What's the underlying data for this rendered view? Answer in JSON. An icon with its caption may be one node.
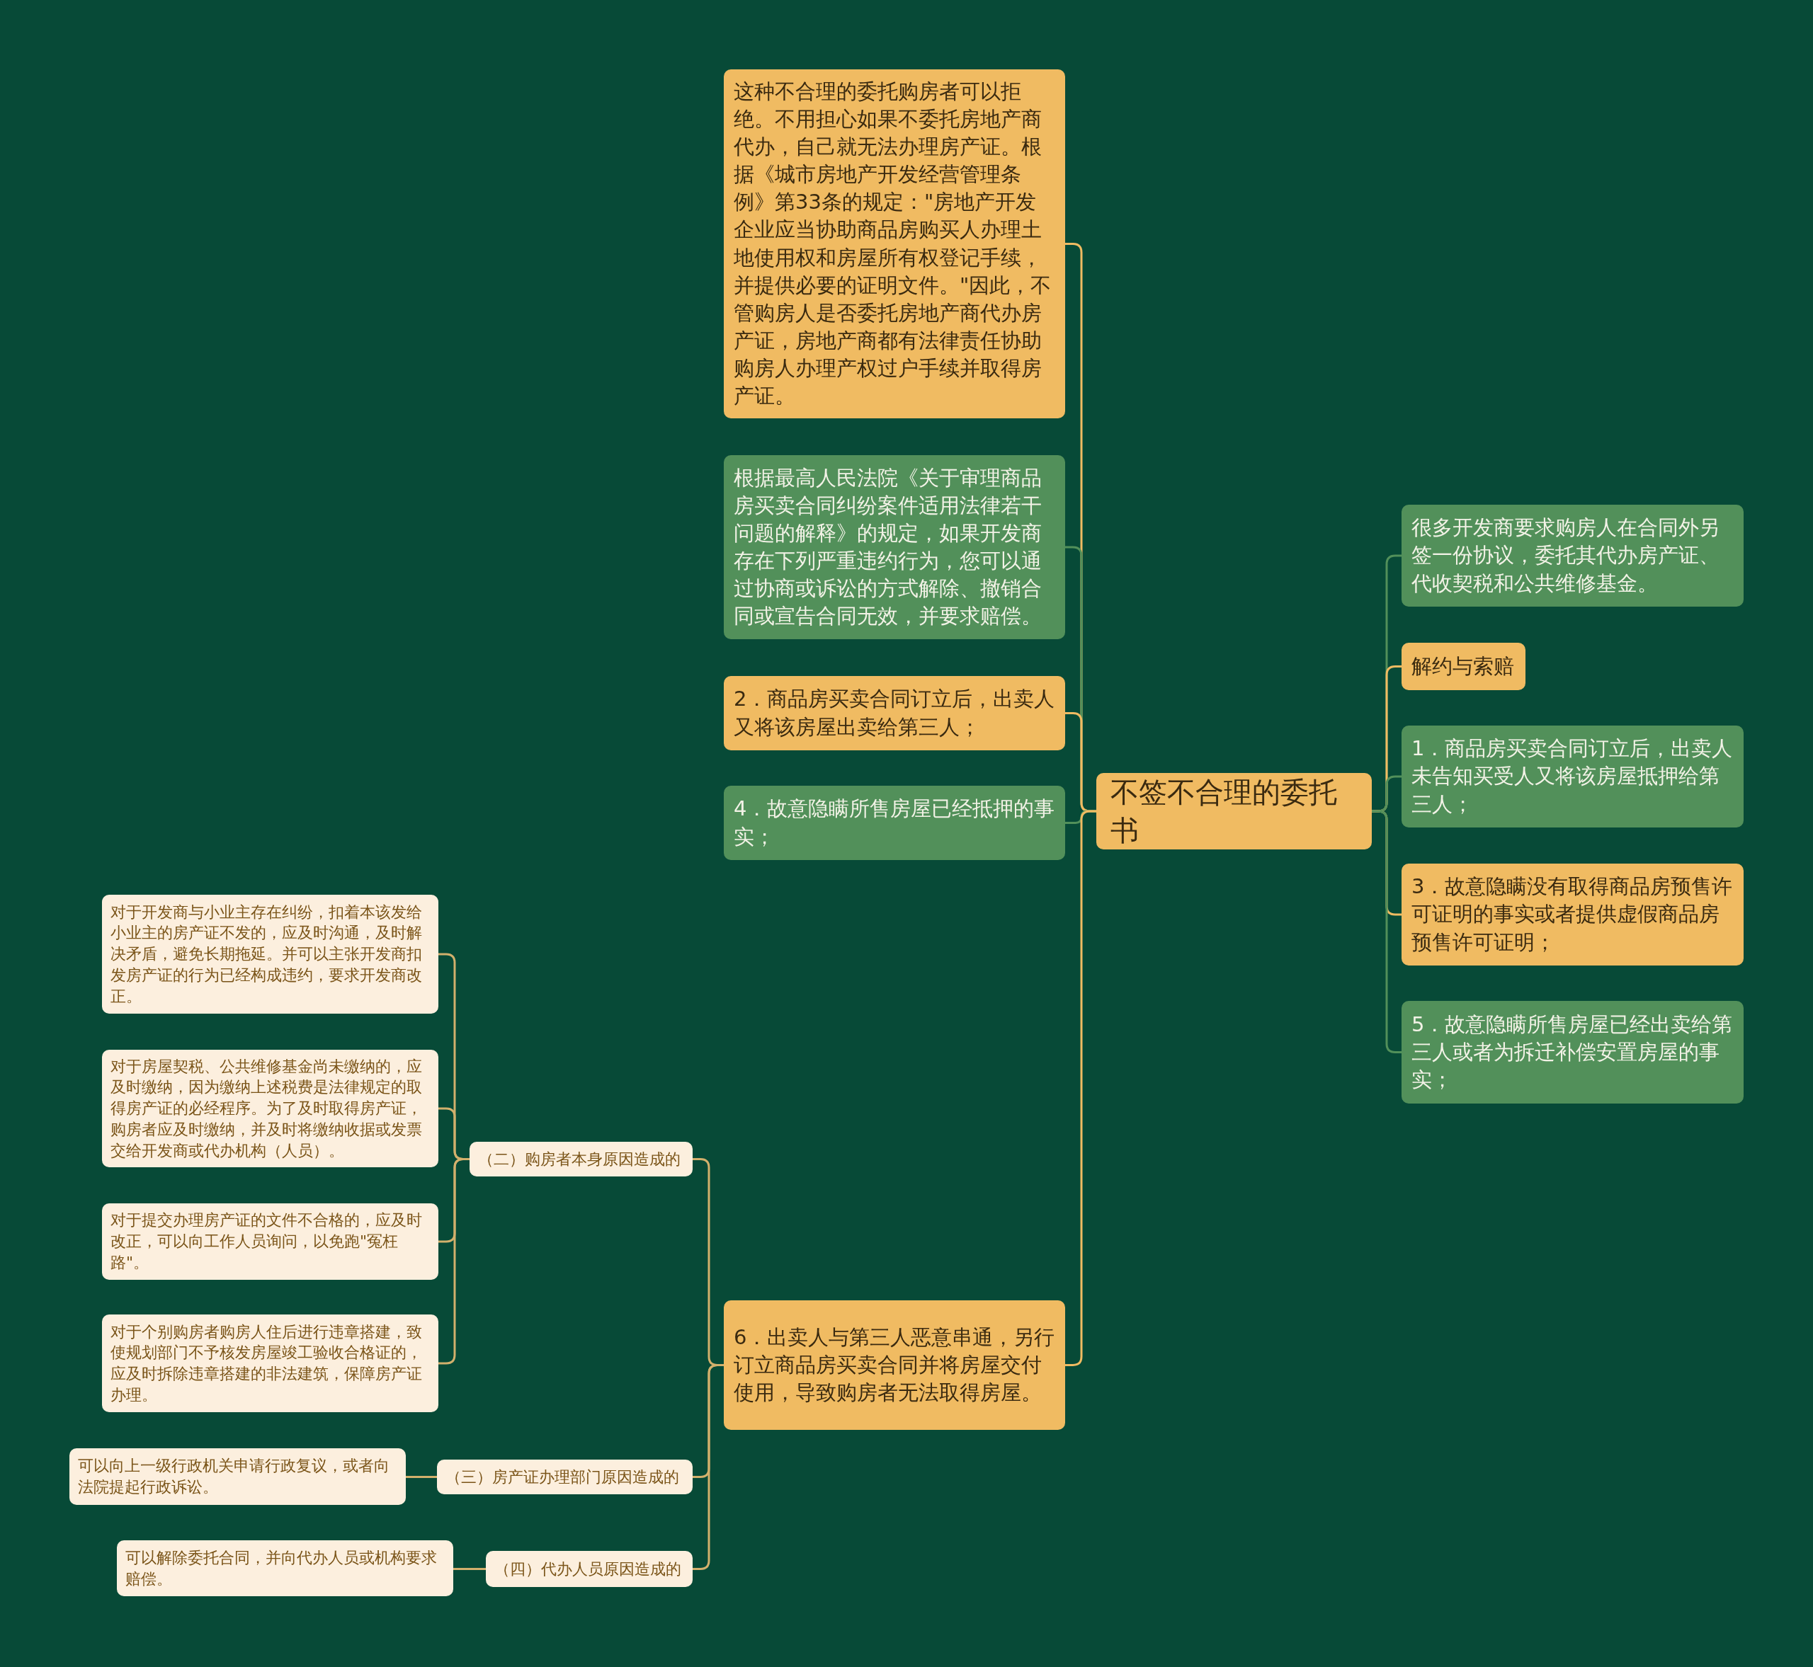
{
  "diagram": {
    "nodes": [
      {
        "text": [
          "不签不合理的委托书"
        ]
      },
      {
        "text": [
          "很多开发商要求购房人在合同外另签一份协议，委托其代办房产证、代收契税和公共维修基金。"
        ]
      },
      {
        "text": [
          "解约与索赔"
        ]
      },
      {
        "text": [
          "1．商品房买卖合同订立后，出卖人未告知买受人又将该房屋抵押给第三人；"
        ]
      },
      {
        "text": [
          "3．故意隐瞒没有取得商品房预售许可证明的事实或者提供虚假商品房预售许可证明；"
        ]
      },
      {
        "text": [
          "5．故意隐瞒所售房屋已经出卖给第三人或者为拆迁补偿安置房屋的事实；"
        ]
      },
      {
        "text": [
          "这种不合理的委托购房者可以拒绝。不用担心如果不委托房地产商代办，自己就无法办理房产证。根据《城市房地产开发经营管理条例》第33条的规定：\"房地产开发企业应当协助商品房购买人办理土地使用权和房屋所有权登记手续，并提供必要的证明文件。\"因此，不管购房人是否委托房地产商代办房产证，房地产商都有法律责任协助购房人办理产权过户手续并取得房产证。"
        ]
      },
      {
        "text": [
          "根据最高人民法院《关于审理商品房买卖合同纠纷案件适用法律若干问题的解释》的规定，如果开发商存在下列严重违约行为，您可以通过协商或诉讼的方式解除、撤销合同或宣告合同无效，并要求赔偿。"
        ]
      },
      {
        "text": [
          "2．商品房买卖合同订立后，出卖人又将该房屋出卖给第三人；"
        ]
      },
      {
        "text": [
          "4．故意隐瞒所售房屋已经抵押的事实；"
        ]
      },
      {
        "text": [
          "6．出卖人与第三人恶意串通，另行订立商品房买卖合同并将房屋交付使用，导致购房者无法取得房屋。"
        ]
      },
      {
        "text": [
          "（二）购房者本身原因造成的"
        ]
      },
      {
        "text": [
          "（三）房产证办理部门原因造成的"
        ]
      },
      {
        "text": [
          "（四）代办人员原因造成的"
        ]
      },
      {
        "text": [
          "对于开发商与小业主存在纠纷，扣着本该发给小业主的房产证不发的，应及时沟通，及时解决矛盾，避免长期拖延。并可以主张开发商扣发房产证的行为已经构成违约，要求开发商改正。"
        ]
      },
      {
        "text": [
          "对于房屋契税、公共维修基金尚未缴纳的，应及时缴纳，因为缴纳上述税费是法律规定的取得房产证的必经程序。为了及时取得房产证，购房者应及时缴纳，并及时将缴纳收据或发票交给开发商或代办机构（人员）。"
        ]
      },
      {
        "text": [
          "对于提交办理房产证的文件不合格的，应及时改正，可以向工作人员询问，以免跑\"冤枉路\"。"
        ]
      },
      {
        "text": [
          "对于个别购房者购房人住后进行违章搭建，致使规划部门不予核发房屋竣工验收合格证的，应及时拆除违章搭建的非法建筑，保障房产证办理。"
        ]
      },
      {
        "text": [
          "可以向上一级行政机关申请行政复议，或者向法院提起行政诉讼。"
        ]
      },
      {
        "text": [
          "可以解除委托合同，并向代办人员或机构要求赔偿。"
        ]
      }
    ],
    "edges": [
      {
        "from": 0,
        "to": 1,
        "arrow": "none",
        "color": "#52905a"
      },
      {
        "from": 0,
        "to": 2,
        "arrow": "none",
        "color": "#f0bb62"
      },
      {
        "from": 0,
        "to": 3,
        "arrow": "none",
        "color": "#52905a"
      },
      {
        "from": 0,
        "to": 4,
        "arrow": "none",
        "color": "#f0bb62"
      },
      {
        "from": 0,
        "to": 5,
        "arrow": "none",
        "color": "#52905a"
      },
      {
        "from": 0,
        "to": 6,
        "arrow": "none",
        "color": "#f0bb62"
      },
      {
        "from": 0,
        "to": 7,
        "arrow": "none",
        "color": "#52905a"
      },
      {
        "from": 0,
        "to": 8,
        "arrow": "none",
        "color": "#f0bb62"
      },
      {
        "from": 0,
        "to": 9,
        "arrow": "none",
        "color": "#52905a"
      },
      {
        "from": 0,
        "to": 10,
        "arrow": "none",
        "color": "#f0bb62"
      },
      {
        "from": 10,
        "to": 11,
        "arrow": "none"
      },
      {
        "from": 10,
        "to": 12,
        "arrow": "none"
      },
      {
        "from": 10,
        "to": 13,
        "arrow": "none"
      },
      {
        "from": 11,
        "to": 14,
        "arrow": "none"
      },
      {
        "from": 11,
        "to": 15,
        "arrow": "none"
      },
      {
        "from": 11,
        "to": 16,
        "arrow": "none"
      },
      {
        "from": 11,
        "to": 17,
        "arrow": "none"
      },
      {
        "from": 12,
        "to": 18,
        "arrow": "none"
      },
      {
        "from": 13,
        "to": 19,
        "arrow": "none"
      }
    ]
  }
}
